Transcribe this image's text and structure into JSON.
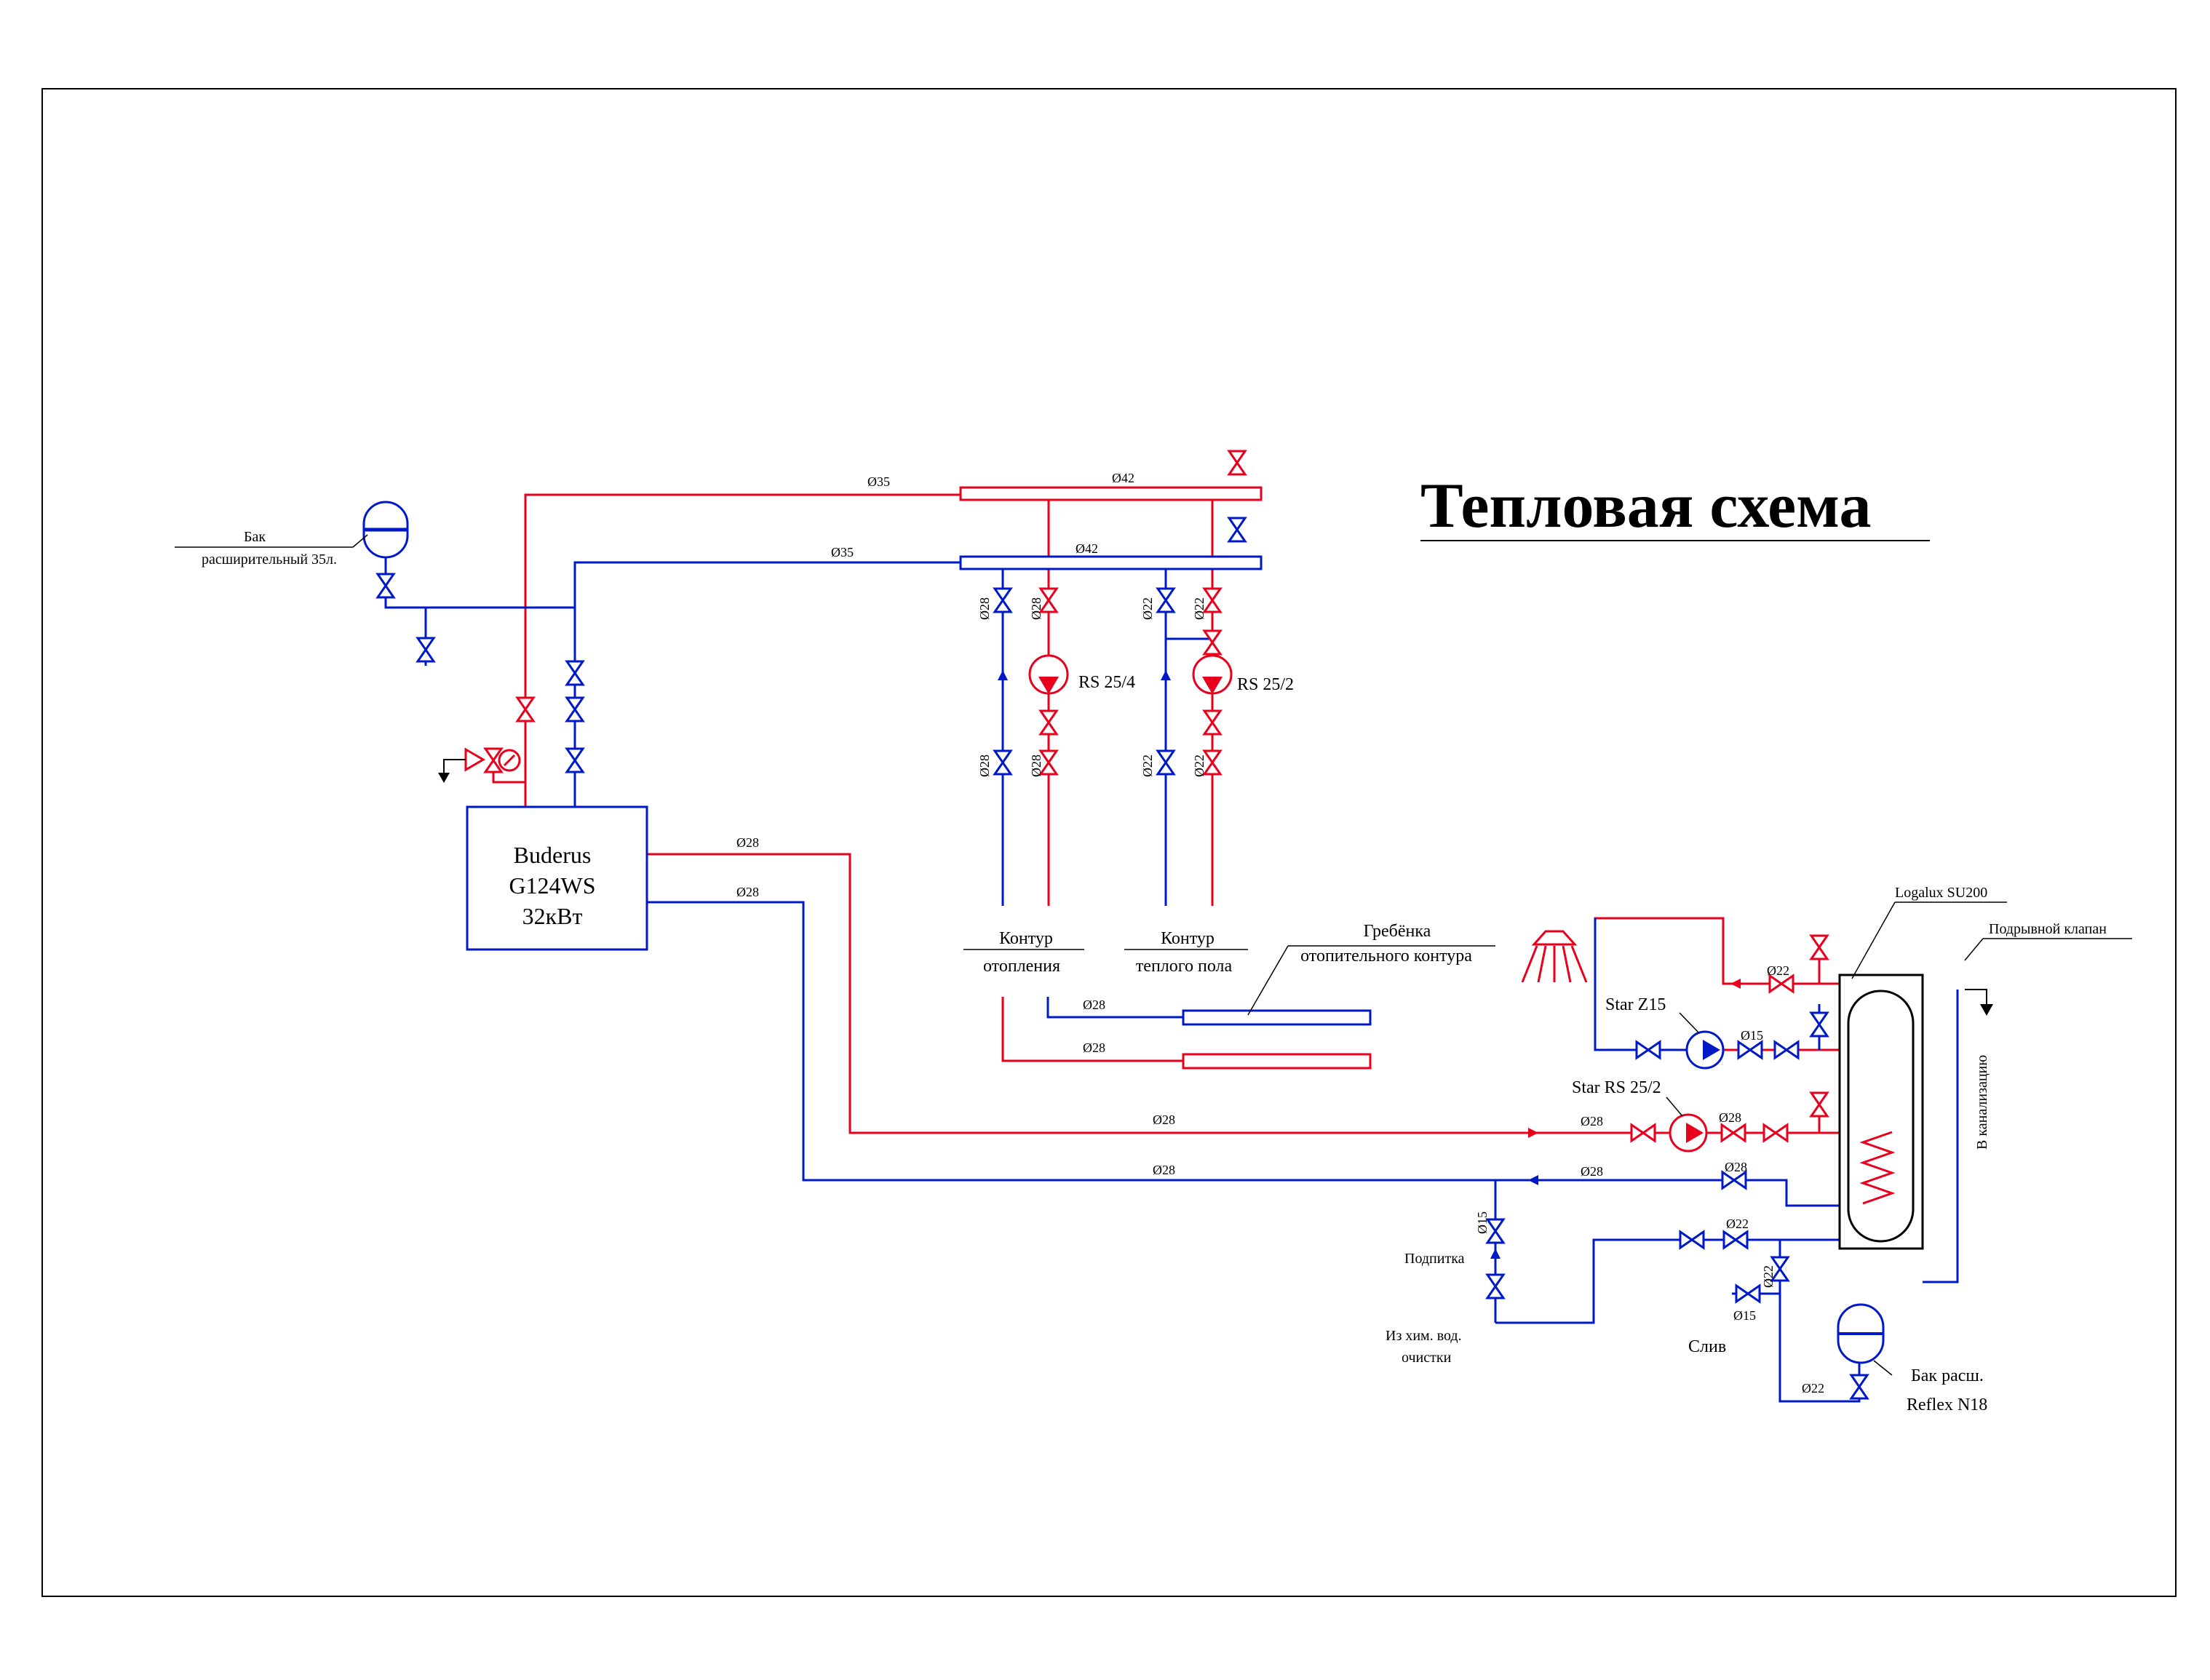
{
  "title": "Тепловая схема",
  "colors": {
    "supply": "#e8001c",
    "return": "#0019c8",
    "ink": "#000000"
  },
  "boiler": {
    "brand": "Buderus",
    "model": "G124WS",
    "power": "32кВт"
  },
  "expansion_tank": {
    "line1": "Бак",
    "line2": "расширительный 35л."
  },
  "boiler_pipes": {
    "supply_diameter": "Ø28",
    "return_diameter": "Ø28"
  },
  "header": {
    "supply_in_diameter": "Ø35",
    "return_in_diameter": "Ø35",
    "supply_header_diameter": "Ø42",
    "return_header_diameter": "Ø42"
  },
  "circuits": {
    "heating": {
      "label_line1": "Контур",
      "label_line2": "отопления",
      "pump": "RS 25/4",
      "diameters": [
        "Ø28",
        "Ø28",
        "Ø28",
        "Ø28"
      ]
    },
    "floor": {
      "label_line1": "Контур",
      "label_line2": "теплого пола",
      "pump": "RS 25/2",
      "diameters": [
        "Ø22",
        "Ø22",
        "Ø22",
        "Ø22"
      ]
    }
  },
  "manifold": {
    "label_line1": "Гребёнка",
    "label_line2": "отопительного контура",
    "diameters": [
      "Ø28",
      "Ø28"
    ]
  },
  "dhw": {
    "tank": "Logalux SU200",
    "relief_valve": "Подрывной клапан",
    "drain_line": "В канализацию",
    "recirc_pump": "Star Z15",
    "charge_pump": "Star RS 25/2",
    "feed": "Подпитка",
    "water_source_line1": "Из хим. вод.",
    "water_source_line2": "очистки",
    "drain": "Слив",
    "tank_exp_line1": "Бак расш.",
    "tank_exp_line2": "Reflex  N18",
    "diameters": {
      "hot_out": "Ø22",
      "recirc": "Ø15",
      "charge_long": "Ø28",
      "charge_near": "Ø28",
      "charge_pump_out": "Ø28",
      "return_long": "Ø28",
      "return_near": "Ø28",
      "return_valve": "Ø28",
      "feed": "Ø15",
      "cold_in": "Ø22",
      "cold_vert": "Ø22",
      "drain": "Ø15",
      "exp": "Ø22"
    }
  }
}
